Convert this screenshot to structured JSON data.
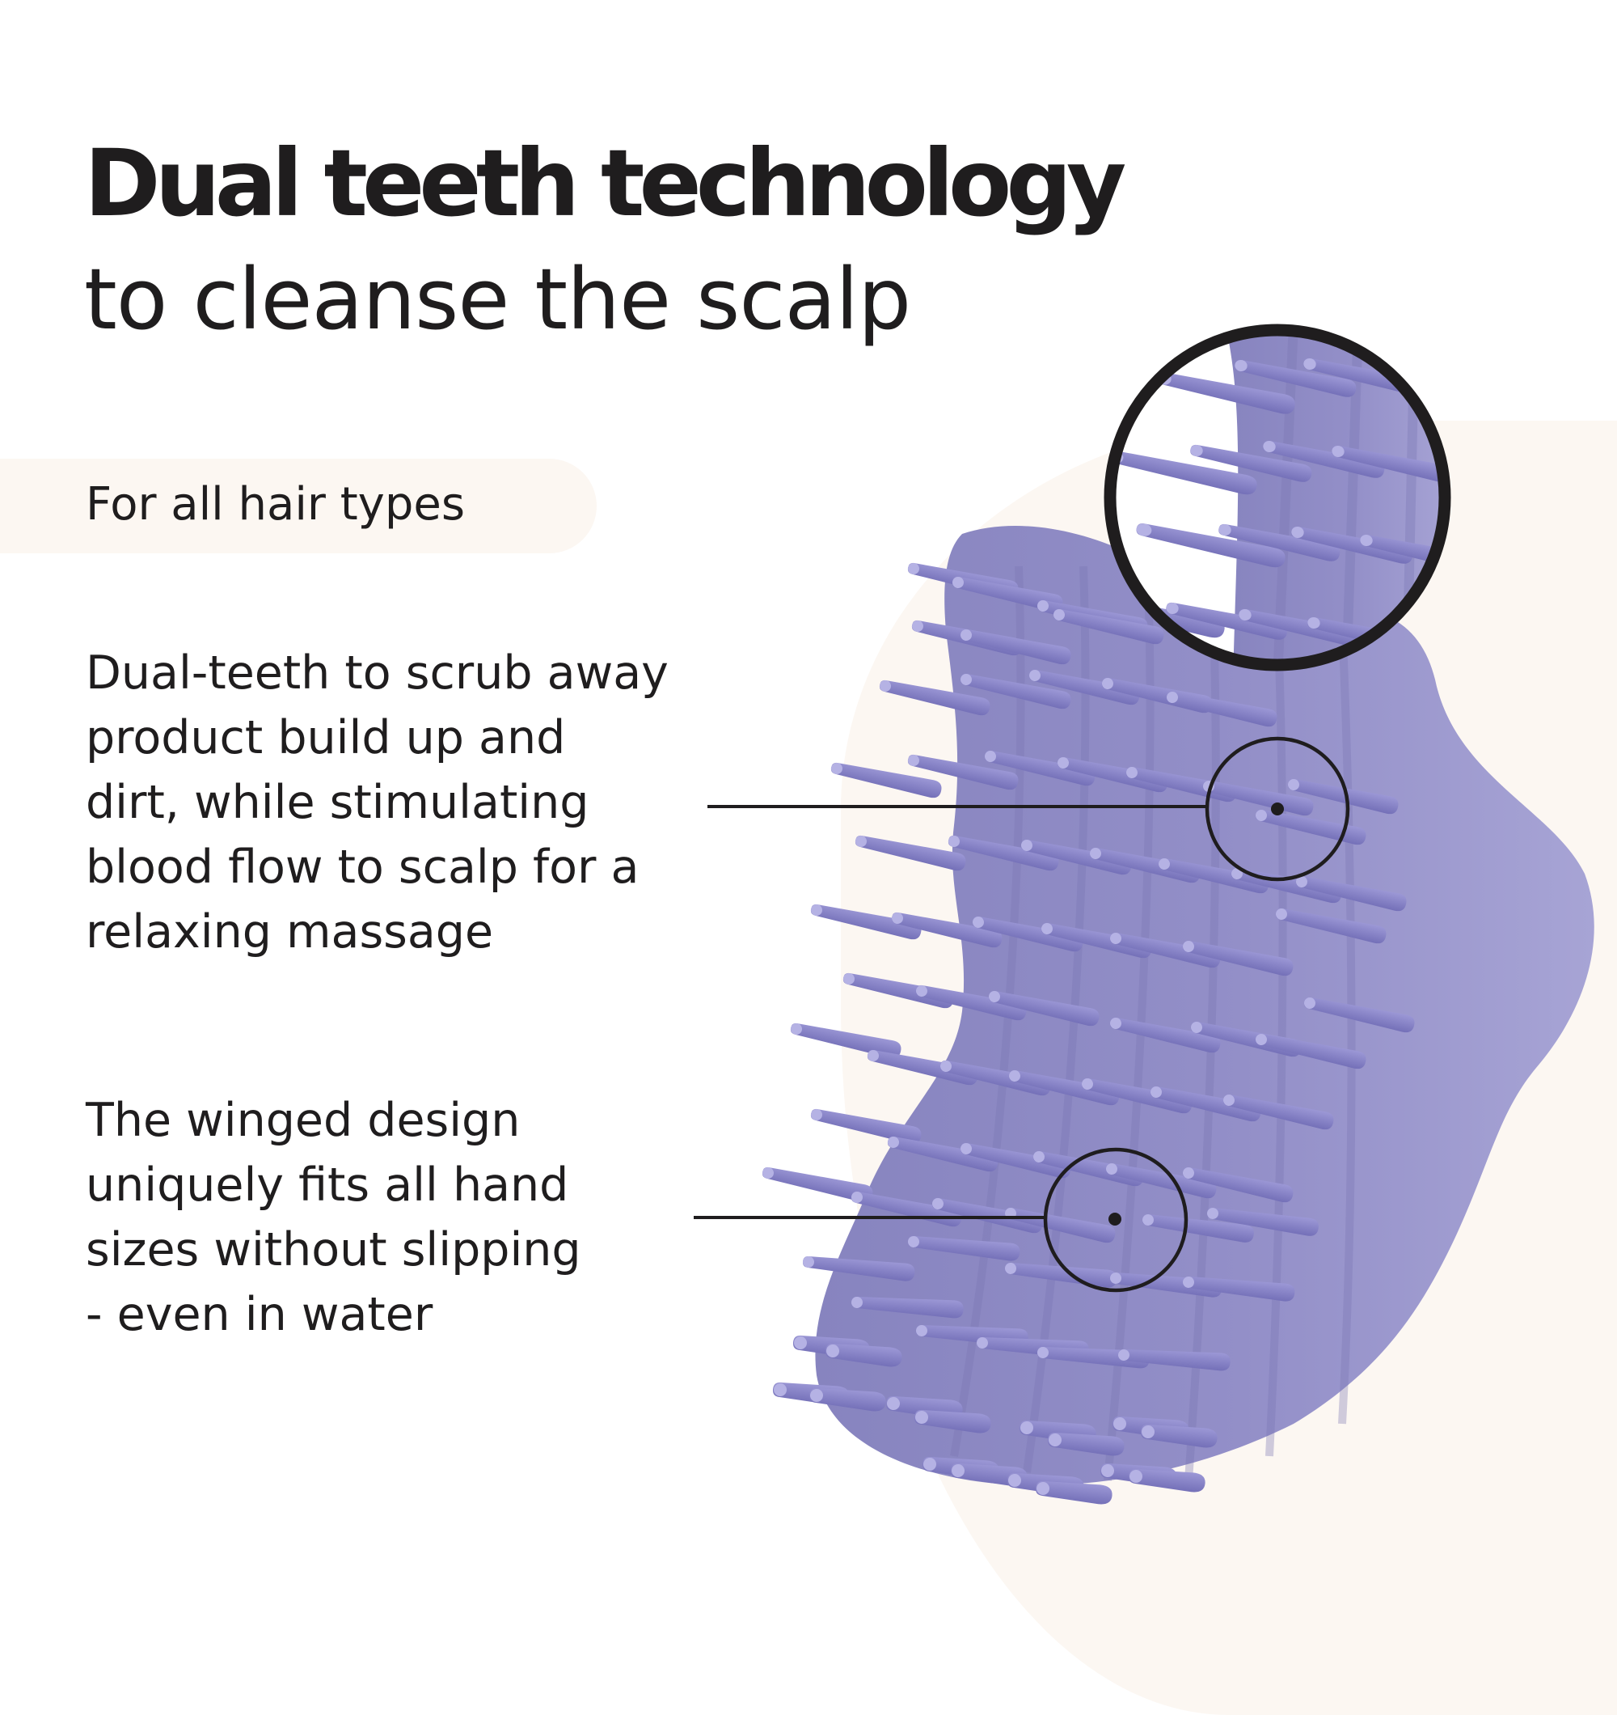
{
  "headline": {
    "title_bold": "Dual teeth technology",
    "title_regular": "to cleanse the scalp"
  },
  "badge": {
    "label": "For all hair types"
  },
  "features": [
    {
      "lines": [
        "Dual-teeth to scrub away",
        "product build up and",
        "dirt, while stimulating",
        "blood flow to scalp for a",
        "relaxing massage"
      ]
    },
    {
      "lines": [
        "The winged design",
        "uniquely fits all hand",
        "sizes without slipping",
        "- even in water"
      ]
    }
  ],
  "colors": {
    "text": "#1f1d1e",
    "accent_beige": "#fcf7f2",
    "brush_lavender": "#9591c8",
    "brush_shadow": "#7e7ab8",
    "callout_stroke": "#1f1d1e"
  },
  "product": {
    "icon": "scalp-brush-illustration",
    "zoom_callout": "magnifier-circle-icon"
  }
}
